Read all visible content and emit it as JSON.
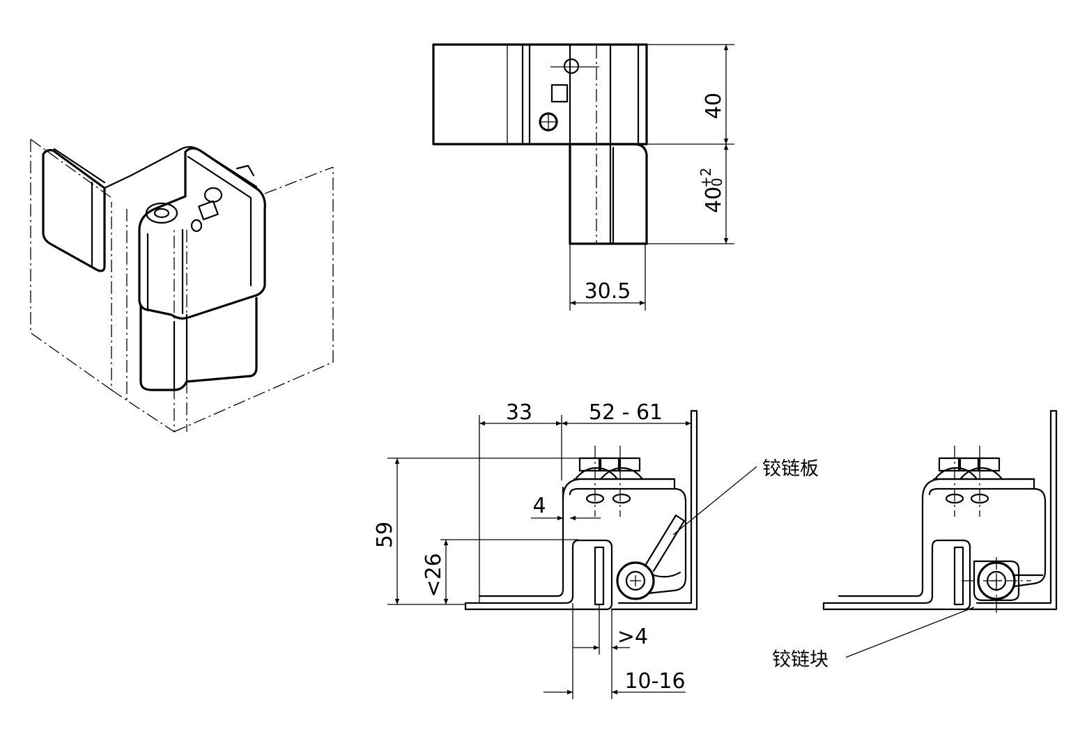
{
  "dimensions": {
    "width_top": "30.5",
    "height_upper": "40",
    "height_lower_base": "40",
    "height_lower_tol_plus": "+2",
    "height_lower_tol_minus": "0",
    "offset_left": "33",
    "range_right": "52 - 61",
    "total_height": "59",
    "gap_small": "4",
    "depth_lt": "<26",
    "gap_gt": ">4",
    "range_bottom": "10-16"
  },
  "labels": {
    "hinge_plate": "铰链板",
    "hinge_block": "铰链块"
  },
  "colors": {
    "line": "#000000",
    "background": "#ffffff"
  }
}
